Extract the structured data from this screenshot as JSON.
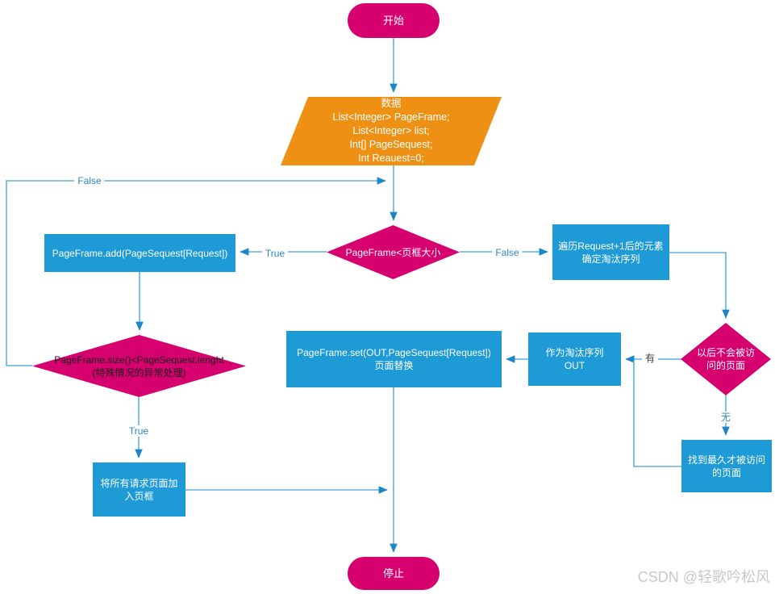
{
  "colors": {
    "pink": "#D6006F",
    "orange": "#EE9014",
    "blue": "#1E9AD6",
    "line": "#5FB0E1",
    "arrow": "#1C86C8",
    "label_blue": "#2E86C8",
    "label_dark": "#404040",
    "watermark": "#C8C8C8"
  },
  "nodes": {
    "start": {
      "label": "开始"
    },
    "data_parallelogram": {
      "lines": [
        "数据",
        "List<Integer> PageFrame;",
        "List<Integer> list;",
        "Int[] PageSequest;",
        "Int Reauest=0;"
      ]
    },
    "frame_size_decision": {
      "label": "PageFrame<页框大小"
    },
    "add_page": {
      "label": "PageFrame.add(PageSequest[Request])"
    },
    "traverse": {
      "label": "遍历Request+1后的元素确定淘汰序列"
    },
    "special_decision": {
      "lines": [
        "PageFrame.size()<PageSequest.lenght",
        "(特殊情况的异常处理)"
      ]
    },
    "replace": {
      "lines": [
        "PageFrame.set(OUT,PageSequest[Request])",
        "页面替换"
      ]
    },
    "out": {
      "lines": [
        "作为淘汰序列",
        "OUT"
      ]
    },
    "future_decision": {
      "label": "以后不会被访问的页面"
    },
    "oldest": {
      "label": "找到最久才被访问的页面"
    },
    "add_all": {
      "label": "将所有请求页面加入页框"
    },
    "stop": {
      "label": "停止"
    }
  },
  "edge_labels": {
    "false_top": "False",
    "true_left": "True",
    "false_right": "False",
    "true_bottom": "True",
    "has": "有",
    "none": "无"
  },
  "watermark": "CSDN @轻歌吟松风"
}
